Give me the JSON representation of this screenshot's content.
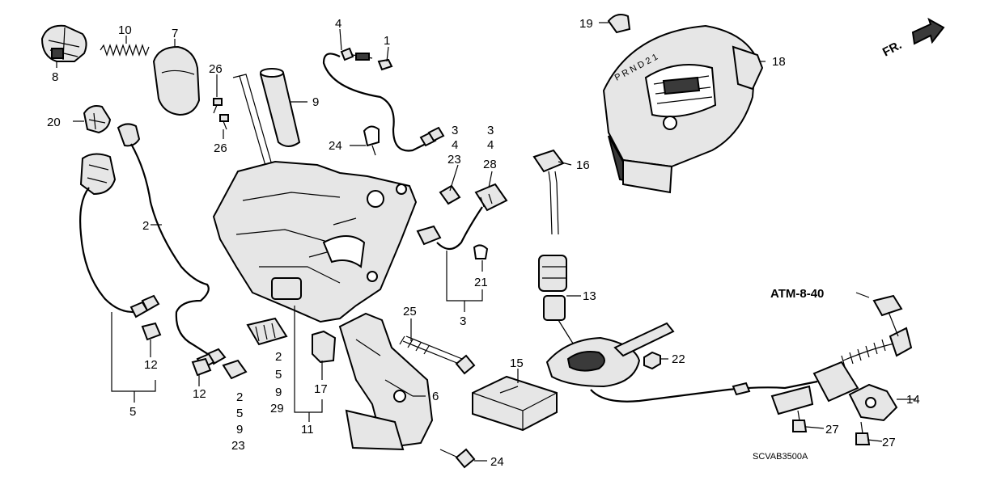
{
  "callouts": [
    {
      "id": "c1",
      "text": "1"
    },
    {
      "id": "c2",
      "text": "2"
    },
    {
      "id": "c3a",
      "text": "3"
    },
    {
      "id": "c4a",
      "text": "4"
    },
    {
      "id": "c23a",
      "text": "23"
    },
    {
      "id": "c3b",
      "text": "3"
    },
    {
      "id": "c4b",
      "text": "4"
    },
    {
      "id": "c28",
      "text": "28"
    },
    {
      "id": "c3c",
      "text": "3"
    },
    {
      "id": "c4top",
      "text": "4"
    },
    {
      "id": "c5",
      "text": "5"
    },
    {
      "id": "c6",
      "text": "6"
    },
    {
      "id": "c7",
      "text": "7"
    },
    {
      "id": "c8",
      "text": "8"
    },
    {
      "id": "c9",
      "text": "9"
    },
    {
      "id": "c10",
      "text": "10"
    },
    {
      "id": "c11",
      "text": "11"
    },
    {
      "id": "c12a",
      "text": "12"
    },
    {
      "id": "c12b",
      "text": "12"
    },
    {
      "id": "c13",
      "text": "13"
    },
    {
      "id": "c14",
      "text": "14"
    },
    {
      "id": "c15",
      "text": "15"
    },
    {
      "id": "c16",
      "text": "16"
    },
    {
      "id": "c17",
      "text": "17"
    },
    {
      "id": "c18",
      "text": "18"
    },
    {
      "id": "c19",
      "text": "19"
    },
    {
      "id": "c20",
      "text": "20"
    },
    {
      "id": "c21",
      "text": "21"
    },
    {
      "id": "c22",
      "text": "22"
    },
    {
      "id": "c24a",
      "text": "24"
    },
    {
      "id": "c24b",
      "text": "24"
    },
    {
      "id": "c25",
      "text": "25"
    },
    {
      "id": "c26a",
      "text": "26"
    },
    {
      "id": "c26b",
      "text": "26"
    },
    {
      "id": "c27a",
      "text": "27"
    },
    {
      "id": "c27b",
      "text": "27"
    },
    {
      "id": "s1_2",
      "text": "2"
    },
    {
      "id": "s1_5",
      "text": "5"
    },
    {
      "id": "s1_9",
      "text": "9"
    },
    {
      "id": "s1_29",
      "text": "29"
    },
    {
      "id": "s2_2",
      "text": "2"
    },
    {
      "id": "s2_5",
      "text": "5"
    },
    {
      "id": "s2_9",
      "text": "9"
    },
    {
      "id": "s2_23",
      "text": "23"
    }
  ],
  "labels": {
    "front_arrow": "FR.",
    "reference": "ATM-8-40",
    "diagram_code": "SCVAB3500A",
    "gate_letters": "P R N D 2 1"
  },
  "colors": {
    "ink": "#000000",
    "part_fill": "#e6e6e6",
    "background": "#ffffff"
  }
}
